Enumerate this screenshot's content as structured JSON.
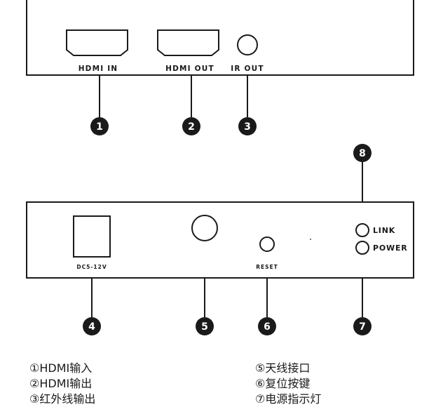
{
  "top_panel": {
    "labels": {
      "hdmi_in": "HDMI IN",
      "hdmi_out": "HDMI OUT",
      "ir_out": "IR OUT"
    }
  },
  "bottom_panel": {
    "labels": {
      "dc": "DC5-12V",
      "reset": "RESET",
      "link": "LINK",
      "power": "POWER"
    }
  },
  "callouts": [
    "1",
    "2",
    "3",
    "4",
    "5",
    "6",
    "7",
    "8"
  ],
  "legend": {
    "left": [
      "①HDMI输入",
      "②HDMI输出",
      "③红外线输出"
    ],
    "right": [
      "⑤天线接口",
      "⑥复位按键",
      "⑦电源指示灯"
    ]
  },
  "colors": {
    "line": "#1a1a1a",
    "badge": "#1a1a1a",
    "background": "#ffffff"
  }
}
